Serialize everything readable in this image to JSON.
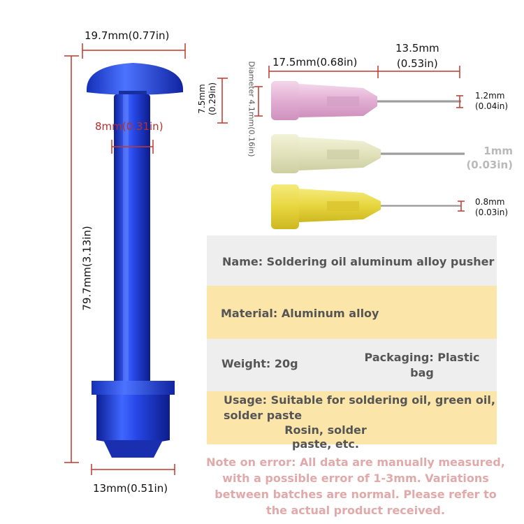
{
  "dimensions": {
    "pusher_cap_width": "19.7mm(0.77in)",
    "pusher_shaft_diameter": "8mm(0.31in)",
    "pusher_height": "79.7mm(3.13in)",
    "pusher_base_width": "13mm(0.51in)",
    "needle_hub_length": "17.5mm(0.68in)",
    "needle_length_line1": "13.5mm",
    "needle_length_line2": "(0.53in)",
    "hub_height_line1": "7.5mm",
    "hub_height_line2": "(0.29in)",
    "hub_diameter_label": "Diameter 4.1mm(0.16in)",
    "needle_1": {
      "line1": "1.2mm",
      "line2": "(0.04in)",
      "color": "#e8b8d8"
    },
    "needle_2": {
      "line1": "1mm",
      "line2": "(0.03in)",
      "color": "#e6e6c2"
    },
    "needle_3": {
      "line1": "0.8mm",
      "line2": "(0.03in)",
      "color": "#ecdf50"
    }
  },
  "specs": {
    "name": "Name: Soldering oil aluminum alloy pusher",
    "material": "Material: Aluminum alloy",
    "weight": "Weight: 20g",
    "packaging": "Packaging: Plastic bag",
    "usage": "Usage: Suitable for soldering oil, green oil, solder paste",
    "usage_extra": "Rosin, solder paste, etc."
  },
  "note": "Note on error: All data are manually measured, with a possible error of 1-3mm. Variations between batches are normal. Please refer to the actual product received.",
  "colors": {
    "band_gray": "#eeeeee",
    "band_yellow": "#fbe5a8",
    "pusher_blue": "#1f3fd8",
    "dimension_line": "#c0392b"
  }
}
